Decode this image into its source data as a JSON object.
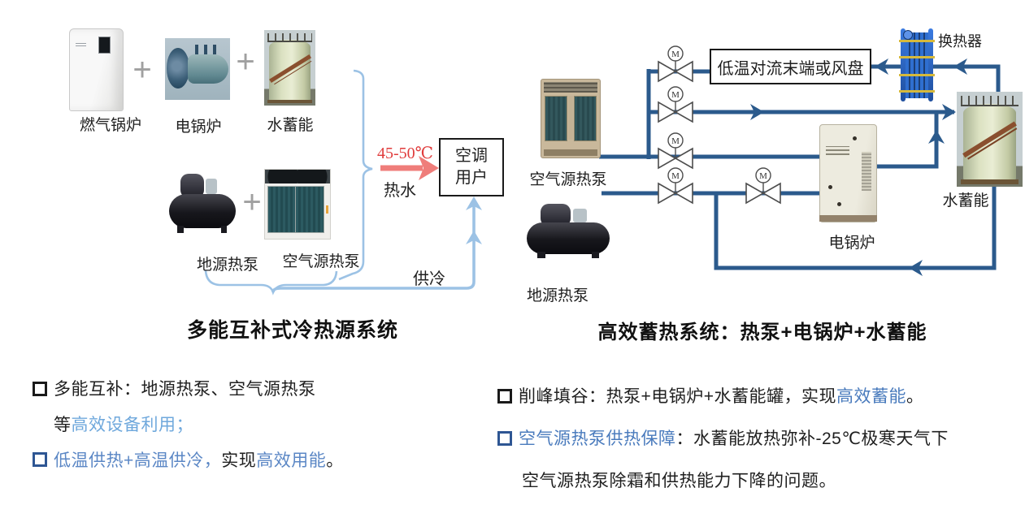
{
  "left_diagram": {
    "title": "多能互补式冷热源系统",
    "plus": "+",
    "row1": [
      {
        "label": "燃气锅炉"
      },
      {
        "label": "电锅炉"
      },
      {
        "label": "水蓄能"
      }
    ],
    "row2": [
      {
        "label": "地源热泵"
      },
      {
        "label": "空气源热泵"
      }
    ],
    "hot_flow": {
      "temp": "45-50℃",
      "label": "热水"
    },
    "cold_flow_label": "供冷",
    "user_box": {
      "line1": "空调",
      "line2": "用户"
    }
  },
  "right_diagram": {
    "title": "高效蓄热系统：热泵+电锅炉+水蓄能",
    "terminal_box": "低温对流末端或风盘",
    "heat_exchanger_label": "换热器",
    "tank_label": "水蓄能",
    "boiler_label": "电锅炉",
    "air_hp_label": "空气源热泵",
    "ground_hp_label": "地源热泵",
    "valve_letter": "M"
  },
  "bullets_left": [
    {
      "marker": "black",
      "segments": [
        {
          "text": "多能互补：地源热泵、空气源热泵",
          "color": "#1f1f1f"
        }
      ]
    },
    {
      "marker": "none",
      "segments": [
        {
          "text": "等",
          "color": "#1f1f1f"
        },
        {
          "text": "高效设备利用",
          "color": "#6fa8dc"
        },
        {
          "text": "；",
          "color": "#6fa8dc"
        }
      ]
    },
    {
      "marker": "blue",
      "segments": [
        {
          "text": "低温供热+高温供冷，",
          "color": "#5b87c5"
        },
        {
          "text": "实现",
          "color": "#1f1f1f"
        },
        {
          "text": "高效用能",
          "color": "#5b87c5"
        },
        {
          "text": "。",
          "color": "#1f1f1f"
        }
      ]
    }
  ],
  "bullets_right": [
    {
      "marker": "black",
      "segments": [
        {
          "text": "削峰填谷：热泵+电锅炉+水蓄能罐，实现",
          "color": "#1f1f1f"
        },
        {
          "text": "高效蓄能",
          "color": "#4a7bbd"
        },
        {
          "text": "。",
          "color": "#1f1f1f"
        }
      ]
    },
    {
      "marker": "blue",
      "segments": [
        {
          "text": "空气源热泵供热保障",
          "color": "#4a7bbd"
        },
        {
          "text": "：",
          "color": "#1f1f1f"
        },
        {
          "text": "水蓄能放热弥补-25℃极寒天气下",
          "color": "#1f1f1f"
        }
      ]
    },
    {
      "marker": "none",
      "segments": [
        {
          "text": "空气源热泵除霜和供热能力下降的问题。",
          "color": "#1f1f1f"
        }
      ]
    }
  ],
  "colors": {
    "pipe_dark_blue": "#2b5a8c",
    "light_blue": "#9cc2e5",
    "red_arrow": "#ef7d7a",
    "red_text": "#e03c3c",
    "bullet_blue_light": "#6fa8dc",
    "bullet_blue_mid": "#5b87c5",
    "bullet_blue_right": "#4a7bbd",
    "marker_blue": "#2e5693",
    "marker_black": "#1a1a1a"
  }
}
